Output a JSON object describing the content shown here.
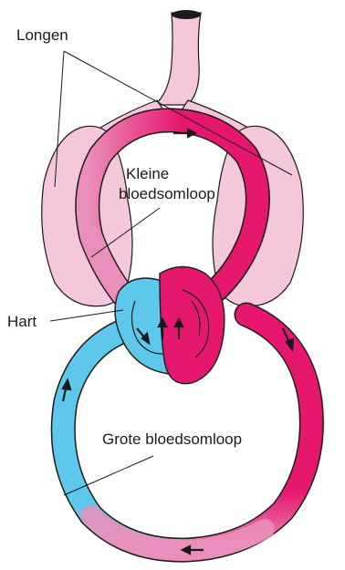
{
  "labels": {
    "lungs": "Longen",
    "pulmonary_circulation_line1": "Kleine",
    "pulmonary_circulation_line2": "bloedsomloop",
    "heart": "Hart",
    "systemic_circulation": "Grote bloedsomloop"
  },
  "colors": {
    "oxygenated_blood": "#e6176e",
    "deoxygenated_blood": "#5ec8ec",
    "mixed_blood": "#ea8fbb",
    "lung_tissue": "#f4c8da",
    "outline": "#1a1a1a"
  }
}
